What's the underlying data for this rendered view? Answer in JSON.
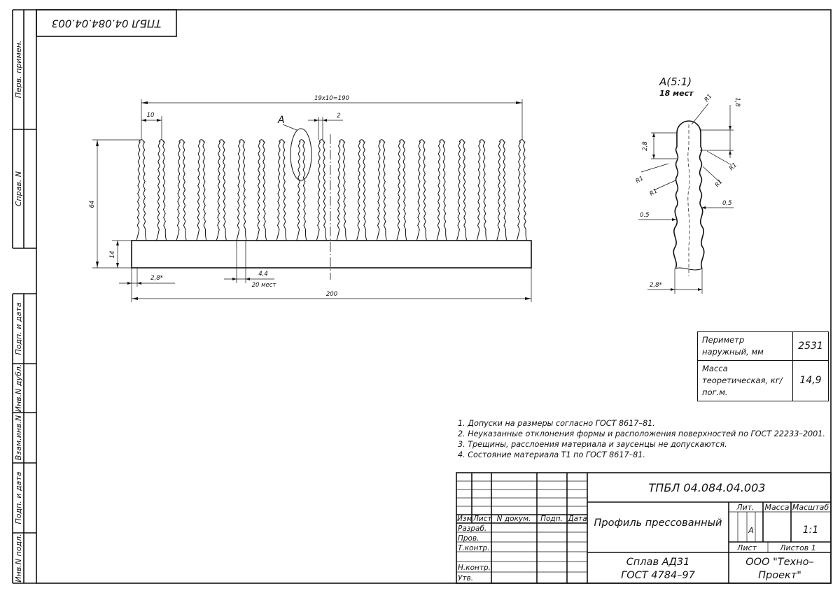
{
  "doc_code": "ТПБЛ 04.084.04.003",
  "doc_code_top": "ТПБЛ 04.084.04.003",
  "side_labels": [
    "Перв. примен.",
    "Справ. N",
    "Подп. и дата",
    "Инв.N дубл.",
    "Взам.инв.N",
    "Подп. и дата",
    "Инв.N подл."
  ],
  "main_view": {
    "dim_fin_span": "19x10=190",
    "dim_pitch": "10",
    "dim_gap": "2",
    "detail_marker": "A",
    "dim_height": "64",
    "dim_base": "14",
    "dim_wall": "2,8*",
    "dim_root": "4,4",
    "dim_root_count": "20 мест",
    "dim_width": "200",
    "fin_count": 20
  },
  "detail_view": {
    "title": "A(5:1)",
    "subtitle": "18 мест",
    "labels": [
      "R1",
      "R1",
      "R1",
      "R1",
      "R1"
    ],
    "dim_top": "1,8",
    "dim_wave": "2,8",
    "dim_left": "0.5",
    "dim_right": "0.5",
    "dim_bottom": "2,8*"
  },
  "properties": [
    {
      "label": "Периметр наружный, мм",
      "value": "2531"
    },
    {
      "label": "Масса теоретическая, кг/пог.м.",
      "value": "14,9"
    }
  ],
  "notes": [
    "1. Допуски на размеры согласно ГОСТ 8617–81.",
    "2. Неуказанные отклонения формы и расположения поверхностей по ГОСТ 22233–2001.",
    "3. Трещины, расслоения материала и заусенцы не допускаются.",
    "4. Состояние материала Т1 по ГОСТ 8617–81."
  ],
  "title_block": {
    "col_headers": [
      "Изм",
      "Лист",
      "N докум.",
      "Подп.",
      "Дата"
    ],
    "roles": [
      "Разраб.",
      "Пров.",
      "Т.контр.",
      "",
      "Н.контр.",
      "Утв."
    ],
    "name": "Профиль прессованный",
    "lit_header": "Лит.",
    "mass_header": "Масса",
    "scale_header": "Масштаб",
    "lit_value": "A",
    "scale_value": "1:1",
    "sheet_label": "Лист",
    "sheets_label": "Листов 1",
    "material_line1": "Сплав АД31",
    "material_line2": "ГОСТ 4784–97",
    "company_line1": "ООО \"Техно–",
    "company_line2": "Проект\""
  }
}
